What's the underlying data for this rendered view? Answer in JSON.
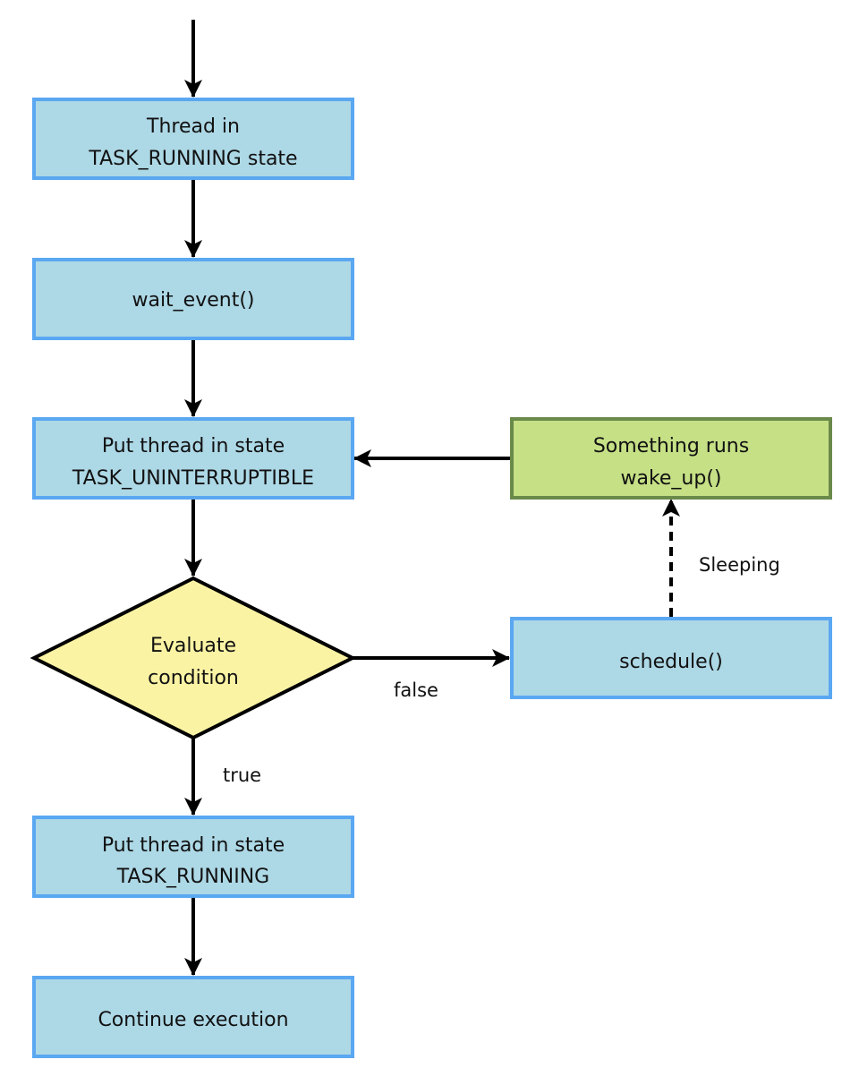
{
  "diagram": {
    "type": "flowchart",
    "colors": {
      "process_fill": "#add8e6",
      "process_stroke": "#5aa7f2",
      "decision_fill": "#fbf3a4",
      "decision_stroke": "#000000",
      "event_fill": "#c6e086",
      "event_stroke": "#6a8a4a",
      "edge": "#000000"
    },
    "nodes": [
      {
        "id": "running",
        "shape": "process",
        "lines": [
          "Thread in",
          "TASK_RUNNING state"
        ]
      },
      {
        "id": "wait_event",
        "shape": "process",
        "lines": [
          "wait_event()"
        ]
      },
      {
        "id": "uninterruptible",
        "shape": "process",
        "lines": [
          "Put thread in state",
          "TASK_UNINTERRUPTIBLE"
        ]
      },
      {
        "id": "evaluate",
        "shape": "decision",
        "lines": [
          "Evaluate",
          "condition"
        ]
      },
      {
        "id": "set_running",
        "shape": "process",
        "lines": [
          "Put thread in state",
          "TASK_RUNNING"
        ]
      },
      {
        "id": "continue",
        "shape": "process",
        "lines": [
          "Continue execution"
        ]
      },
      {
        "id": "schedule",
        "shape": "process",
        "lines": [
          "schedule()"
        ]
      },
      {
        "id": "wake_up",
        "shape": "event",
        "lines": [
          "Something runs",
          "wake_up()"
        ]
      }
    ],
    "edges": [
      {
        "id": "entry",
        "from": null,
        "to": "running",
        "label": "",
        "style": "solid"
      },
      {
        "id": "running-to-wait",
        "from": "running",
        "to": "wait_event",
        "label": "",
        "style": "solid"
      },
      {
        "id": "wait-to-uninterruptible",
        "from": "wait_event",
        "to": "uninterruptible",
        "label": "",
        "style": "solid"
      },
      {
        "id": "uninterruptible-to-evaluate",
        "from": "uninterruptible",
        "to": "evaluate",
        "label": "",
        "style": "solid"
      },
      {
        "id": "evaluate-true",
        "from": "evaluate",
        "to": "set_running",
        "label": "true",
        "style": "solid"
      },
      {
        "id": "set-running-to-continue",
        "from": "set_running",
        "to": "continue",
        "label": "",
        "style": "solid"
      },
      {
        "id": "evaluate-false",
        "from": "evaluate",
        "to": "schedule",
        "label": "false",
        "style": "solid"
      },
      {
        "id": "schedule-sleeping",
        "from": "schedule",
        "to": "wake_up",
        "label": "Sleeping",
        "style": "dashed"
      },
      {
        "id": "wake-up-return",
        "from": "wake_up",
        "to": "uninterruptible",
        "label": "",
        "style": "solid"
      }
    ]
  }
}
